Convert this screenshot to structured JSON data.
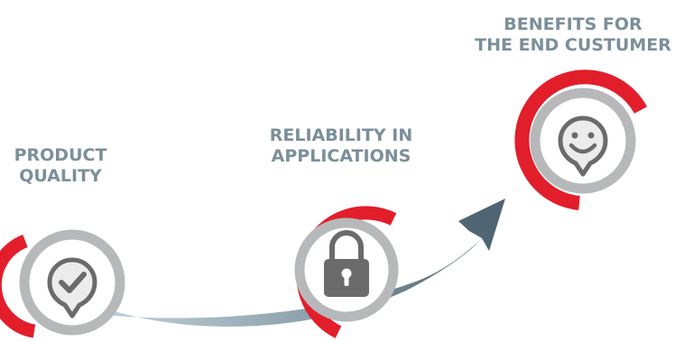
{
  "steps": [
    {
      "title_lines": [
        "PRODUCT",
        "QUALITY"
      ],
      "icon": "check-mark-icon"
    },
    {
      "title_lines": [
        "RELIABILITY IN",
        "APPLICATIONS"
      ],
      "icon": "padlock-icon"
    },
    {
      "title_lines": [
        "BENEFITS FOR",
        "THE END CUSTUMER"
      ],
      "icon": "smiley-face-icon"
    }
  ],
  "colors": {
    "label_text": "#7b8f99",
    "ring_red": "#e21e2b",
    "ring_gray": "#b7b8ba",
    "icon_fill": "#dcdcdc",
    "icon_stroke": "#6b6b6b",
    "arrow_dark": "#4f6573",
    "arrow_light": "#c5d5df"
  }
}
